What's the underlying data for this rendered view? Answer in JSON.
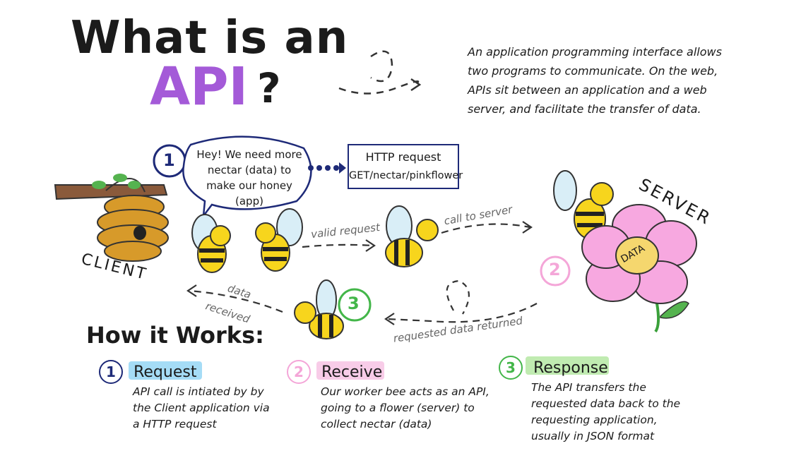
{
  "title": {
    "line1": "What is an",
    "line2": "API",
    "mark": "?"
  },
  "intro": "An application programming interface allows two programs to communicate. On the web, APIs sit between an application and a web server, and facilitate the transfer of data.",
  "bubble": {
    "number": "1",
    "text": "Hey! We need more nectar (data) to make our honey (app)"
  },
  "http_box": {
    "line1": "HTTP request",
    "line2": "GET/nectar/pinkflower"
  },
  "flow": {
    "valid_request": "valid request",
    "call_to_server": "call to server",
    "requested_data_returned": "requested data returned",
    "data_received_1": "data",
    "data_received_2": "received",
    "server_number": "2",
    "return_number": "3"
  },
  "client_label": "CLIENT",
  "server_label": "SERVER",
  "flower_center": "DATA",
  "how_heading": "How it Works:",
  "steps": [
    {
      "number": "1",
      "title": "Request",
      "body": "API call is intiated by by the Client application via a HTTP request"
    },
    {
      "number": "2",
      "title": "Receive",
      "body": "Our worker bee acts as an API, going to a flower (server) to collect nectar (data)"
    },
    {
      "number": "3",
      "title": "Response",
      "body": "The API transfers the requested data back to the requesting application, usually in JSON format"
    }
  ],
  "colors": {
    "purple": "#a45ad8",
    "navy": "#1e2a78",
    "pink": "#f4a6d8",
    "green": "#43b649",
    "blue_highlight": "#8fd3f4",
    "pink_highlight": "#f7c6e6",
    "green_highlight": "#b9e9a8",
    "bee_yellow": "#f7d51d",
    "hive": "#d79a2a",
    "flower": "#f7a8e0"
  }
}
